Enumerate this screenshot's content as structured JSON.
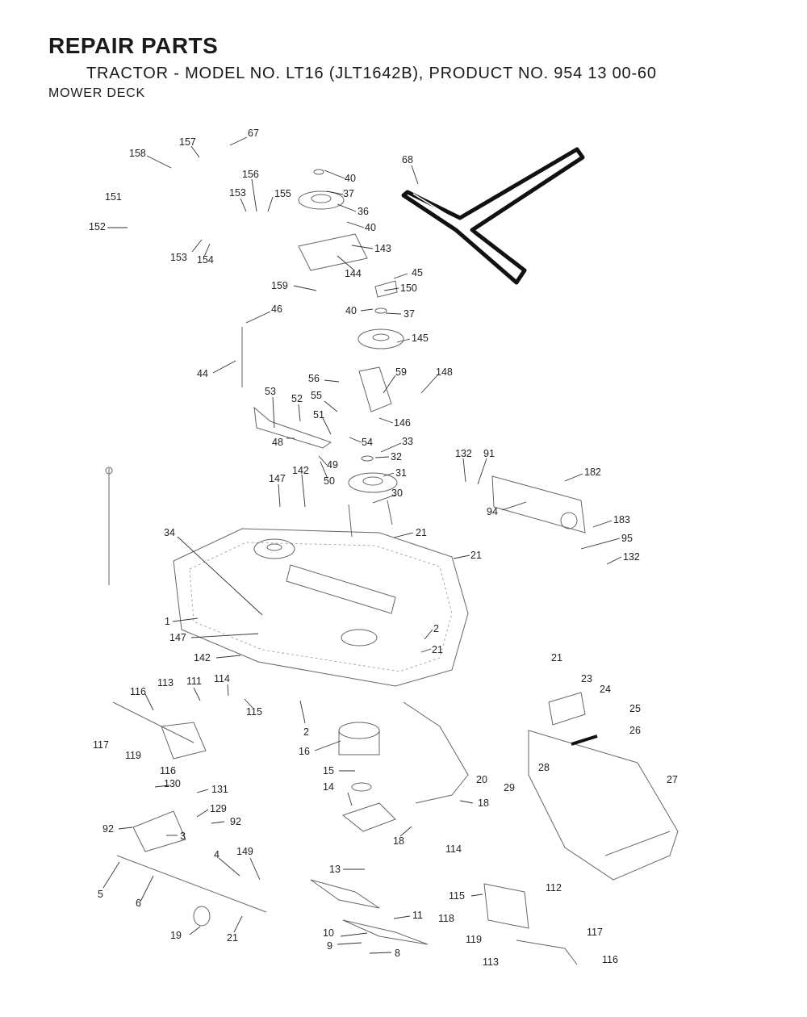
{
  "header": {
    "title": "REPAIR PARTS",
    "subtitle": "TRACTOR - MODEL NO. LT16 (JLT1642B), PRODUCT NO. 954 13 00-60",
    "section": "MOWER DECK"
  },
  "callouts": [
    {
      "id": "c67",
      "text": "67"
    },
    {
      "id": "c157",
      "text": "157"
    },
    {
      "id": "c158",
      "text": "158"
    },
    {
      "id": "c151",
      "text": "151"
    },
    {
      "id": "c152",
      "text": "152"
    },
    {
      "id": "c153a",
      "text": "153"
    },
    {
      "id": "c156",
      "text": "156"
    },
    {
      "id": "c155",
      "text": "155"
    },
    {
      "id": "c153b",
      "text": "153"
    },
    {
      "id": "c154",
      "text": "154"
    },
    {
      "id": "c40a",
      "text": "40"
    },
    {
      "id": "c37a",
      "text": "37"
    },
    {
      "id": "c36",
      "text": "36"
    },
    {
      "id": "c40b",
      "text": "40"
    },
    {
      "id": "c143",
      "text": "143"
    },
    {
      "id": "c144",
      "text": "144"
    },
    {
      "id": "c68",
      "text": "68"
    },
    {
      "id": "c45",
      "text": "45"
    },
    {
      "id": "c150",
      "text": "150"
    },
    {
      "id": "c159",
      "text": "159"
    },
    {
      "id": "c40c",
      "text": "40"
    },
    {
      "id": "c37b",
      "text": "37"
    },
    {
      "id": "c46",
      "text": "46"
    },
    {
      "id": "c145",
      "text": "145"
    },
    {
      "id": "c44",
      "text": "44"
    },
    {
      "id": "c56",
      "text": "56"
    },
    {
      "id": "c59",
      "text": "59"
    },
    {
      "id": "c148",
      "text": "148"
    },
    {
      "id": "c53",
      "text": "53"
    },
    {
      "id": "c52",
      "text": "52"
    },
    {
      "id": "c55",
      "text": "55"
    },
    {
      "id": "c51",
      "text": "51"
    },
    {
      "id": "c146",
      "text": "146"
    },
    {
      "id": "c48",
      "text": "48"
    },
    {
      "id": "c54",
      "text": "54"
    },
    {
      "id": "c33",
      "text": "33"
    },
    {
      "id": "c32",
      "text": "32"
    },
    {
      "id": "c49",
      "text": "49"
    },
    {
      "id": "c31",
      "text": "31"
    },
    {
      "id": "c142a",
      "text": "142"
    },
    {
      "id": "c147a",
      "text": "147"
    },
    {
      "id": "c50",
      "text": "50"
    },
    {
      "id": "c30",
      "text": "30"
    },
    {
      "id": "c132a",
      "text": "132"
    },
    {
      "id": "c91",
      "text": "91"
    },
    {
      "id": "c182",
      "text": "182"
    },
    {
      "id": "c94",
      "text": "94"
    },
    {
      "id": "c183",
      "text": "183"
    },
    {
      "id": "c95",
      "text": "95"
    },
    {
      "id": "c132b",
      "text": "132"
    },
    {
      "id": "c34",
      "text": "34"
    },
    {
      "id": "c21a",
      "text": "21"
    },
    {
      "id": "c21b",
      "text": "21"
    },
    {
      "id": "c1",
      "text": "1"
    },
    {
      "id": "c147b",
      "text": "147"
    },
    {
      "id": "c2a",
      "text": "2"
    },
    {
      "id": "c21c",
      "text": "21"
    },
    {
      "id": "c142b",
      "text": "142"
    },
    {
      "id": "c21d",
      "text": "21"
    },
    {
      "id": "c23",
      "text": "23"
    },
    {
      "id": "c24",
      "text": "24"
    },
    {
      "id": "c113a",
      "text": "113"
    },
    {
      "id": "c111",
      "text": "111"
    },
    {
      "id": "c114a",
      "text": "114"
    },
    {
      "id": "c116a",
      "text": "116"
    },
    {
      "id": "c115a",
      "text": "115"
    },
    {
      "id": "c25",
      "text": "25"
    },
    {
      "id": "c26",
      "text": "26"
    },
    {
      "id": "c117a",
      "text": "117"
    },
    {
      "id": "c119a",
      "text": "119"
    },
    {
      "id": "c2b",
      "text": "2"
    },
    {
      "id": "c16",
      "text": "16"
    },
    {
      "id": "c116b",
      "text": "116"
    },
    {
      "id": "c28",
      "text": "28"
    },
    {
      "id": "c27",
      "text": "27"
    },
    {
      "id": "c15",
      "text": "15"
    },
    {
      "id": "c130",
      "text": "130"
    },
    {
      "id": "c131",
      "text": "131"
    },
    {
      "id": "c20",
      "text": "20"
    },
    {
      "id": "c29",
      "text": "29"
    },
    {
      "id": "c14",
      "text": "14"
    },
    {
      "id": "c18a",
      "text": "18"
    },
    {
      "id": "c129",
      "text": "129"
    },
    {
      "id": "c92a",
      "text": "92"
    },
    {
      "id": "c92b",
      "text": "92"
    },
    {
      "id": "c3",
      "text": "3"
    },
    {
      "id": "c18b",
      "text": "18"
    },
    {
      "id": "c114b",
      "text": "114"
    },
    {
      "id": "c4",
      "text": "4"
    },
    {
      "id": "c149",
      "text": "149"
    },
    {
      "id": "c13",
      "text": "13"
    },
    {
      "id": "c5",
      "text": "5"
    },
    {
      "id": "c6",
      "text": "6"
    },
    {
      "id": "c112",
      "text": "112"
    },
    {
      "id": "c115b",
      "text": "115"
    },
    {
      "id": "c11",
      "text": "11"
    },
    {
      "id": "c118",
      "text": "118"
    },
    {
      "id": "c19",
      "text": "19"
    },
    {
      "id": "c21e",
      "text": "21"
    },
    {
      "id": "c10",
      "text": "10"
    },
    {
      "id": "c9",
      "text": "9"
    },
    {
      "id": "c119b",
      "text": "119"
    },
    {
      "id": "c117b",
      "text": "117"
    },
    {
      "id": "c8",
      "text": "8"
    },
    {
      "id": "c113b",
      "text": "113"
    },
    {
      "id": "c116c",
      "text": "116"
    }
  ]
}
